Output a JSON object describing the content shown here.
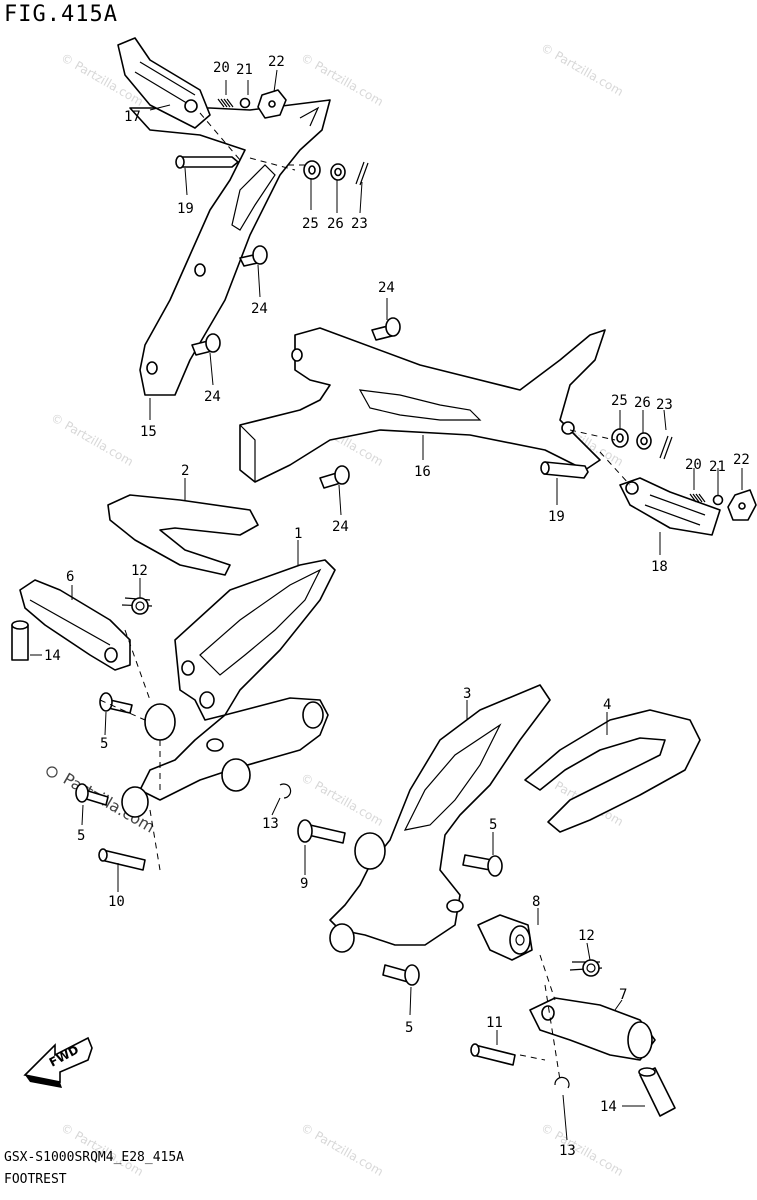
{
  "figure": {
    "title": "FIG.415A",
    "code": "GSX-S1000SRQM4_E28_415A",
    "name": "FOOTREST"
  },
  "direction_marker": "FWD",
  "watermarks": {
    "text": "© Partzilla.com",
    "center_text": "Partzilla.com"
  },
  "callouts": {
    "c1": "1",
    "c2": "2",
    "c3": "3",
    "c4": "4",
    "c5a": "5",
    "c5b": "5",
    "c5c": "5",
    "c5d": "5",
    "c6": "6",
    "c7": "7",
    "c8": "8",
    "c9": "9",
    "c10": "10",
    "c11": "11",
    "c12a": "12",
    "c12b": "12",
    "c13a": "13",
    "c13b": "13",
    "c14a": "14",
    "c14b": "14",
    "c15": "15",
    "c16": "16",
    "c17": "17",
    "c18": "18",
    "c19a": "19",
    "c19b": "19",
    "c20a": "20",
    "c20b": "20",
    "c21a": "21",
    "c21b": "21",
    "c22a": "22",
    "c22b": "22",
    "c23a": "23",
    "c23b": "23",
    "c24a": "24",
    "c24b": "24",
    "c24c": "24",
    "c24d": "24",
    "c25a": "25",
    "c25b": "25",
    "c26a": "26",
    "c26b": "26"
  }
}
